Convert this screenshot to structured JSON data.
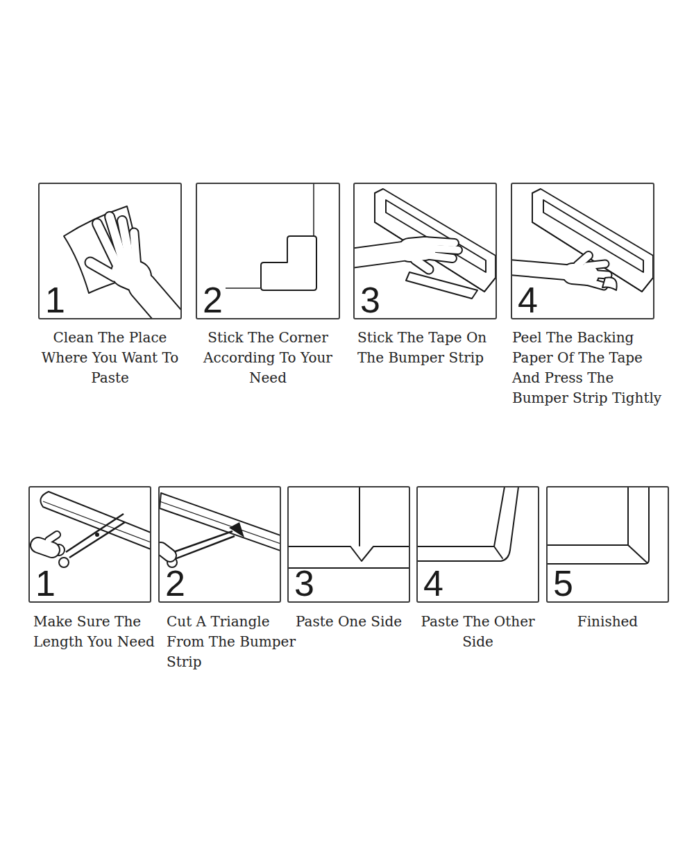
{
  "diagram": {
    "nodes": [
      {
        "text": [
          "1",
          "Clean The Place Where You Want To Paste"
        ]
      },
      {
        "text": [
          "2",
          "Stick The Corner According To Your Need"
        ]
      },
      {
        "text": [
          "3",
          "Stick The Tape On The Bumper Strip"
        ]
      },
      {
        "text": [
          "4",
          "Peel The Backing Paper Of The Tape And Press The Bumper Strip Tightly"
        ]
      },
      {
        "text": [
          "1",
          "Make Sure The Length You Need"
        ]
      },
      {
        "text": [
          "2",
          "Cut A Triangle From The Bumper Strip"
        ]
      },
      {
        "text": [
          "3",
          "Paste One Side"
        ]
      },
      {
        "text": [
          "4",
          "Paste The Other Side"
        ]
      },
      {
        "text": [
          "5",
          "Finished"
        ]
      }
    ]
  }
}
